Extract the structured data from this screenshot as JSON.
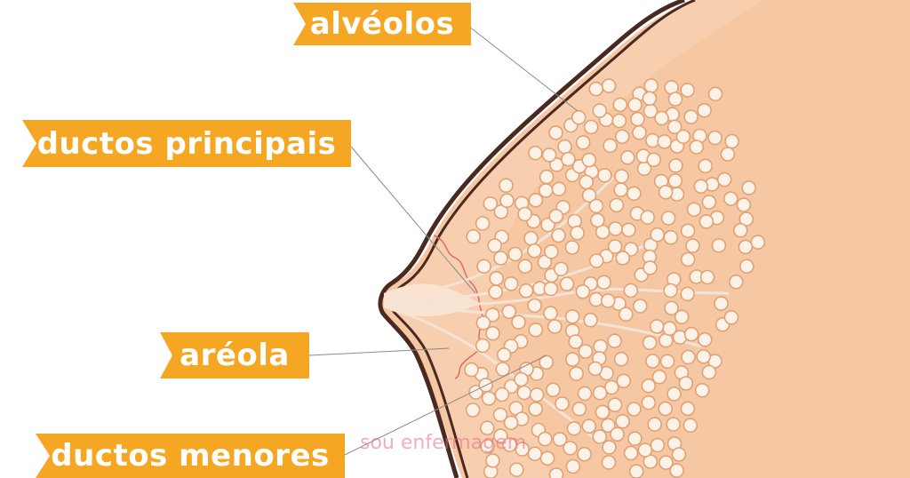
{
  "labels": {
    "alveolos": "alvéolos",
    "ductos_principais": "ductos principais",
    "areola": "aréola",
    "ductos_menores": "ductos menores"
  },
  "watermark": "sou enfermagem",
  "colors": {
    "label_bg": "#f5a623",
    "skin": "#f6c7a3",
    "skin_light": "#fbe3d1",
    "outline": "#4a2a20",
    "alveoli_stroke": "#e2a172",
    "alveoli_fill": "#fdf2e8",
    "leader": "#8a8a8a"
  }
}
